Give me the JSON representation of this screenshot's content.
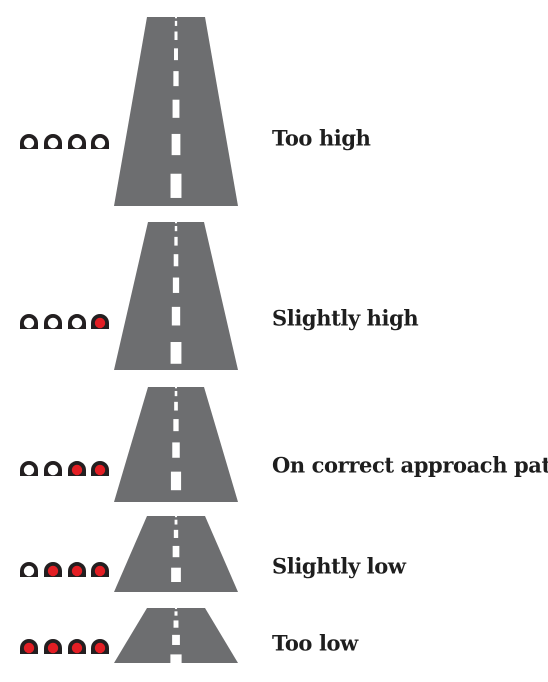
{
  "colors": {
    "road": "#6d6e70",
    "marking": "#ffffff",
    "light_red": "#e31e24",
    "light_white": "#ffffff",
    "light_housing": "#231f20",
    "text": "#1e1e1e"
  },
  "rows": [
    {
      "label": "Too high",
      "lights": [
        "white",
        "white",
        "white",
        "white"
      ]
    },
    {
      "label": "Slightly high",
      "lights": [
        "white",
        "white",
        "white",
        "red"
      ]
    },
    {
      "label": "On correct approach path",
      "lights": [
        "white",
        "white",
        "red",
        "red"
      ]
    },
    {
      "label": "Slightly low",
      "lights": [
        "white",
        "red",
        "red",
        "red"
      ]
    },
    {
      "label": "Too low",
      "lights": [
        "red",
        "red",
        "red",
        "red"
      ]
    }
  ]
}
